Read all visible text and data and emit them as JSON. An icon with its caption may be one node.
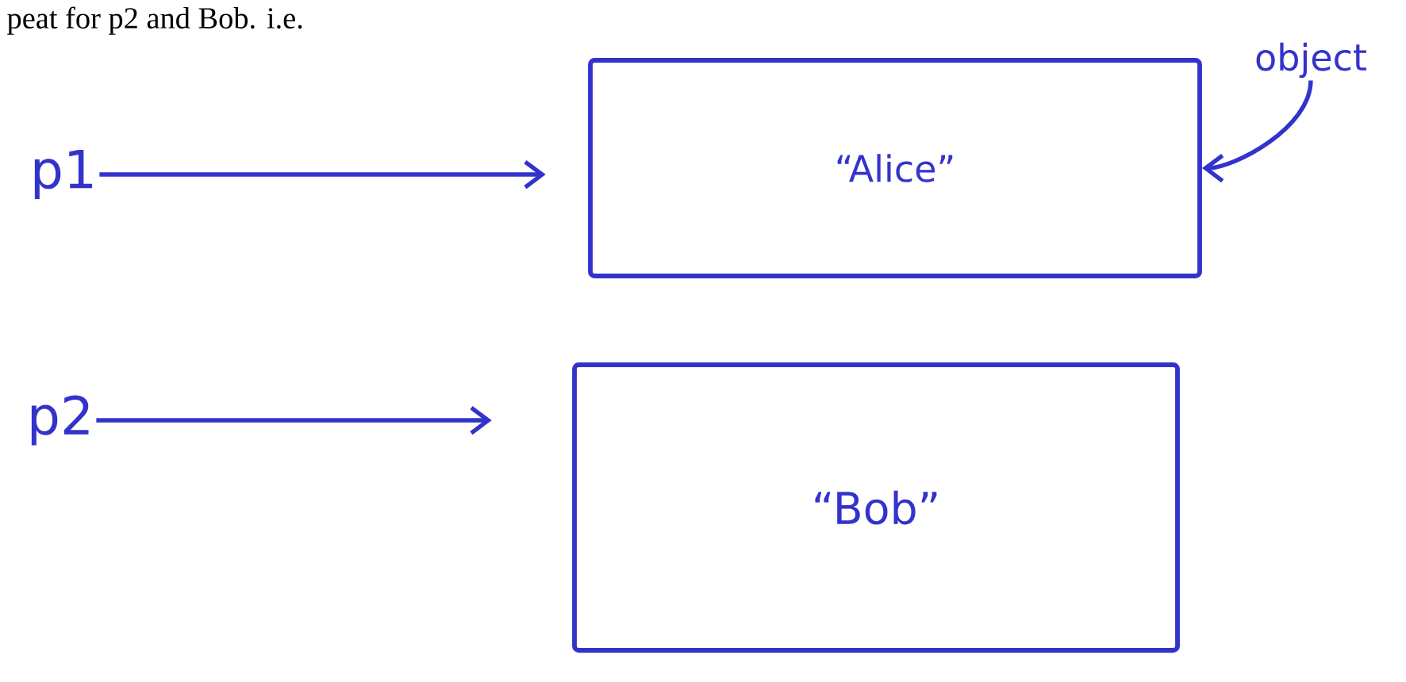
{
  "diagram": {
    "nodes": [
      {
        "text": [
          "p1"
        ]
      },
      {
        "text": [
          "“Alice”"
        ]
      },
      {
        "text": [
          "p2"
        ]
      },
      {
        "text": [
          "“Bob”"
        ]
      },
      {
        "text": [
          "object"
        ]
      }
    ],
    "edges": [
      {
        "from": 0,
        "to": 1,
        "arrow": "to"
      },
      {
        "from": 2,
        "to": 3,
        "arrow": "to"
      },
      {
        "from": 4,
        "to": 1,
        "arrow": "to"
      }
    ],
    "labels": [
      "peat for p2 and Bob. i.e."
    ]
  }
}
